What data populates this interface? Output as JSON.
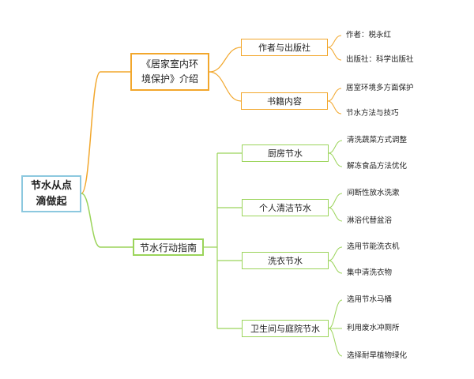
{
  "root": {
    "label": "节水从点滴做起"
  },
  "branches": [
    {
      "label": "《居家室内环境保护》介绍",
      "color": "#f2a72c",
      "children": [
        {
          "label": "作者与出版社",
          "leaves": [
            "作者：税永红",
            "出版社：科学出版社"
          ]
        },
        {
          "label": "书籍内容",
          "leaves": [
            "居室环境多方面保护",
            "节水方法与技巧"
          ]
        }
      ]
    },
    {
      "label": "节水行动指南",
      "color": "#9bd45a",
      "children": [
        {
          "label": "厨房节水",
          "leaves": [
            "清洗蔬菜方式调整",
            "解冻食品方法优化"
          ]
        },
        {
          "label": "个人清洁节水",
          "leaves": [
            "间断性放水洗漱",
            "淋浴代替盆浴"
          ]
        },
        {
          "label": "洗衣节水",
          "leaves": [
            "选用节能洗衣机",
            "集中清洗衣物"
          ]
        },
        {
          "label": "卫生间与庭院节水",
          "leaves": [
            "选用节水马桶",
            "利用废水冲厕所",
            "选择耐旱植物绿化"
          ]
        }
      ]
    }
  ],
  "colors": {
    "root_border": "#8cc8df",
    "branch_orange": "#f2a72c",
    "branch_green": "#9bd45a"
  }
}
